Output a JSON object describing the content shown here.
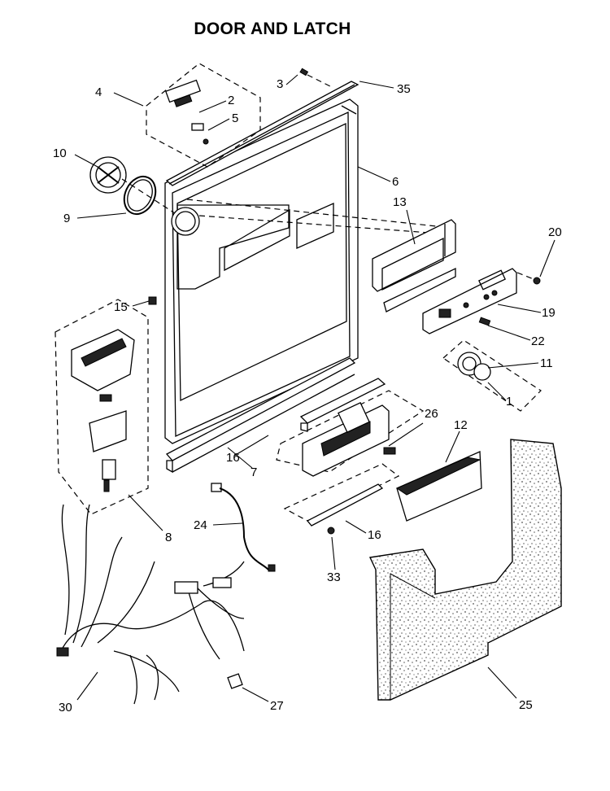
{
  "title": "DOOR AND LATCH",
  "callouts": [
    {
      "id": "c1",
      "label": "1"
    },
    {
      "id": "c2",
      "label": "2"
    },
    {
      "id": "c3",
      "label": "3"
    },
    {
      "id": "c4",
      "label": "4"
    },
    {
      "id": "c5",
      "label": "5"
    },
    {
      "id": "c6",
      "label": "6"
    },
    {
      "id": "c7",
      "label": "7"
    },
    {
      "id": "c8",
      "label": "8"
    },
    {
      "id": "c9",
      "label": "9"
    },
    {
      "id": "c10",
      "label": "10"
    },
    {
      "id": "c11",
      "label": "11"
    },
    {
      "id": "c12",
      "label": "12"
    },
    {
      "id": "c13",
      "label": "13"
    },
    {
      "id": "c15",
      "label": "15"
    },
    {
      "id": "c16a",
      "label": "16"
    },
    {
      "id": "c16b",
      "label": "16"
    },
    {
      "id": "c19",
      "label": "19"
    },
    {
      "id": "c20",
      "label": "20"
    },
    {
      "id": "c22",
      "label": "22"
    },
    {
      "id": "c24",
      "label": "24"
    },
    {
      "id": "c25",
      "label": "25"
    },
    {
      "id": "c26",
      "label": "26"
    },
    {
      "id": "c27",
      "label": "27"
    },
    {
      "id": "c30",
      "label": "30"
    },
    {
      "id": "c33",
      "label": "33"
    },
    {
      "id": "c35",
      "label": "35"
    }
  ]
}
